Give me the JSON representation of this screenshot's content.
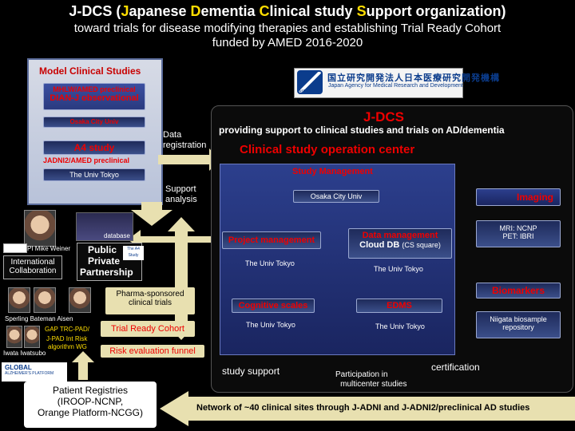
{
  "header": {
    "title_prefix": "J-DCS (",
    "title_parts": [
      {
        "hl": "J",
        "rest": "apanese "
      },
      {
        "hl": "D",
        "rest": "ementia "
      },
      {
        "hl": "C",
        "rest": "linical study "
      },
      {
        "hl": "S",
        "rest": "upport organization)"
      }
    ],
    "subtitle_line1": "toward trials for disease modifying therapies and establishing Trial Ready Cohort",
    "subtitle_line2": "funded by AMED 2016-2020"
  },
  "left_panel": {
    "title": "Model Clinical Studies",
    "dian_top": "MHLW/AMED preclinical",
    "dian_main": "DIAN-J observational",
    "osaka": "Osaka City Univ",
    "a4_study": "A4 study",
    "jadni": "JADNI2/AMED preclinical",
    "univ_tokyo": "The Univ Tokyo"
  },
  "amed": {
    "jp_name": "国立研究開発法人日本医療研究開発機構",
    "en_name": "Japan Agency for Medical Research and Development",
    "mark": "AMED"
  },
  "flow_labels": {
    "data_registration_1": "Data",
    "data_registration_2": "registration",
    "support_analysis_1": "Support",
    "support_analysis_2": "analysis"
  },
  "jdcs": {
    "label": "J-DCS",
    "description": "providing support to clinical studies and trials on AD/dementia",
    "center_title": "Clinical study operation center",
    "study_management": "Study Management",
    "osaka": "Osaka City Univ",
    "project_management": "Project management",
    "pm_univ": "The Univ Tokyo",
    "data_management_1": "Data management",
    "data_management_2": "Cloud DB",
    "data_management_3": "(CS square)",
    "dm_univ": "The Univ Tokyo",
    "cognitive_scales": "Cognitive scales",
    "cs_univ": "The Univ Tokyo",
    "edms": "EDMS",
    "edms_univ": "The Univ Tokyo"
  },
  "right_side": {
    "imaging": "Imaging",
    "mri_1": "MRI: NCNP",
    "mri_2": "PET: IBRI",
    "biomarkers": "Biomarkers",
    "niigata_1": "Niigata biosample",
    "niigata_2": "repository"
  },
  "left_lower": {
    "database": "database",
    "pi_name": "PI Mike Weiner",
    "intl_1": "International",
    "intl_2": "Collaboration",
    "public": "Public",
    "private": "Private",
    "partnership": "Partnership",
    "a4_badge": "The A4 Study",
    "pharma_1": "Pharma-sponsored",
    "pharma_2": "clinical trials",
    "names": "Sperling Bateman Aisen",
    "gap": "GAP  TRC-PAD/",
    "jpad": "J-PAD Int Risk",
    "algo": "algorithm WG",
    "iwata": "Iwata Iwatsubo",
    "trial_ready": "Trial Ready Cohort",
    "risk_funnel": "Risk evaluation funnel",
    "global": "GLOBAL",
    "global_sub": "ALZHEIMER'S PLATFORM"
  },
  "bottom": {
    "study_support": "study support",
    "participation_1": "Participation in",
    "participation_2": "multicenter studies",
    "certification": "certification",
    "registries_1": "Patient Registries",
    "registries_2": "(IROOP-NCNP,",
    "registries_3": "Orange Platform-NCGG)",
    "network": "Network of ~40 clinical sites through J-ADNI and J-ADNI2/preclinical AD studies"
  },
  "colors": {
    "accent_red": "#e00000",
    "accent_yellow": "#ffde00",
    "arrow": "#e8e0b0",
    "panel_blue": "#2c3f8d"
  }
}
